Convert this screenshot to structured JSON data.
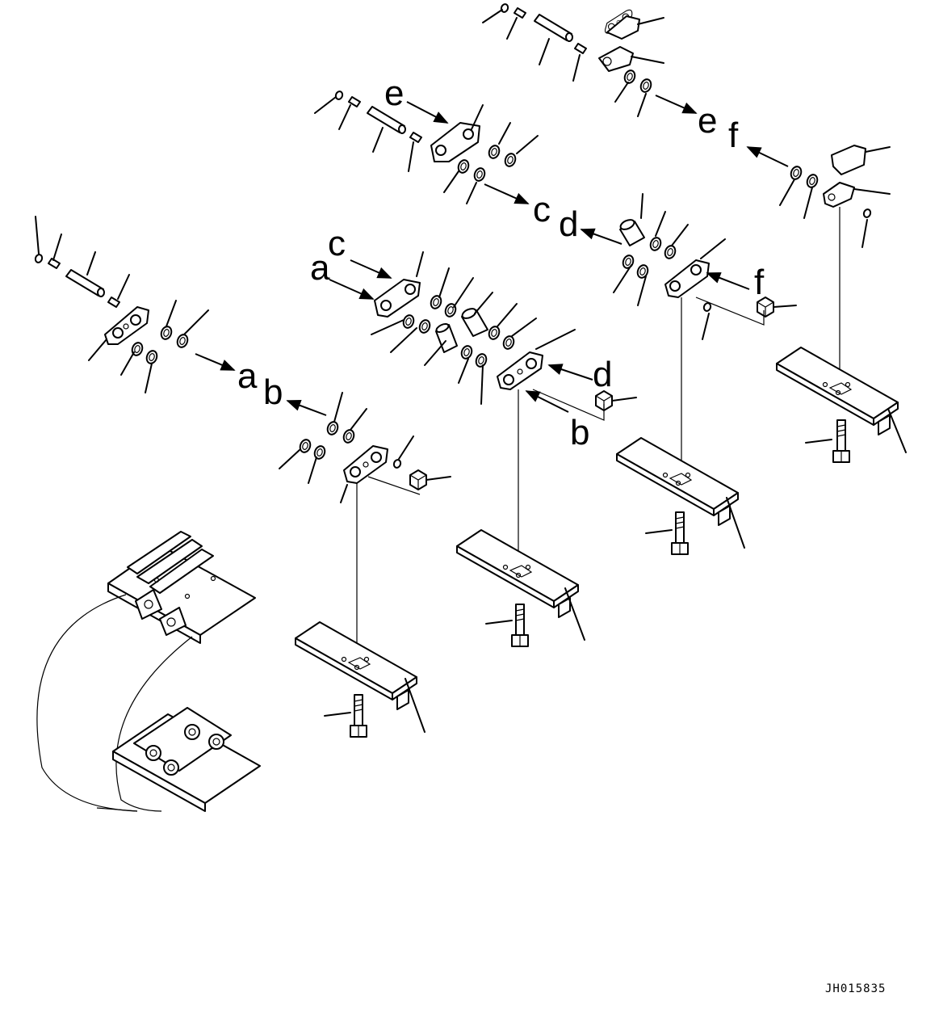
{
  "callouts": [
    "a",
    "b",
    "c",
    "d",
    "e",
    "f"
  ],
  "drawing_code": "JH015835"
}
